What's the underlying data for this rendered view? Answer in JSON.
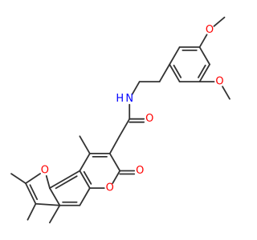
{
  "molecule": {
    "atoms": [
      {
        "id": "meo1_c",
        "label": ""
      },
      {
        "id": "meo1_o",
        "label": "O"
      },
      {
        "id": "ar1",
        "label": ""
      },
      {
        "id": "ar2",
        "label": ""
      },
      {
        "id": "ar3",
        "label": ""
      },
      {
        "id": "ar4",
        "label": ""
      },
      {
        "id": "ar5",
        "label": ""
      },
      {
        "id": "ar6",
        "label": ""
      },
      {
        "id": "meo2_o",
        "label": "O"
      },
      {
        "id": "meo2_c",
        "label": ""
      },
      {
        "id": "ch2a",
        "label": ""
      },
      {
        "id": "ch2b",
        "label": ""
      },
      {
        "id": "nh",
        "label": "N",
        "sub_label": "H"
      },
      {
        "id": "amide_c",
        "label": ""
      },
      {
        "id": "amide_o",
        "label": "O"
      },
      {
        "id": "ch2c",
        "label": ""
      },
      {
        "id": "c3",
        "label": ""
      },
      {
        "id": "c2",
        "label": ""
      },
      {
        "id": "lactone_o_exo",
        "label": "O"
      },
      {
        "id": "o1",
        "label": "O"
      },
      {
        "id": "c8a",
        "label": ""
      },
      {
        "id": "c5",
        "label": ""
      },
      {
        "id": "c5a",
        "label": ""
      },
      {
        "id": "c9a",
        "label": ""
      },
      {
        "id": "c9b",
        "label": ""
      },
      {
        "id": "c4a",
        "label": ""
      },
      {
        "id": "c4",
        "label": ""
      },
      {
        "id": "c4_me",
        "label": ""
      },
      {
        "id": "c5_me",
        "label": ""
      },
      {
        "id": "furan_c3",
        "label": ""
      },
      {
        "id": "furan_c3_me",
        "label": ""
      },
      {
        "id": "furan_c2",
        "label": ""
      },
      {
        "id": "furan_c2_me",
        "label": ""
      },
      {
        "id": "furan_o",
        "label": "O"
      }
    ],
    "bonds": [
      {
        "from": "meo1_c",
        "to": "meo1_o",
        "order": 1
      },
      {
        "from": "meo1_o",
        "to": "ar1",
        "order": 1
      },
      {
        "from": "ar1",
        "to": "ar2",
        "order": 2
      },
      {
        "from": "ar2",
        "to": "ar3",
        "order": 1
      },
      {
        "from": "ar3",
        "to": "ar4",
        "order": 2
      },
      {
        "from": "ar4",
        "to": "ar5",
        "order": 1
      },
      {
        "from": "ar5",
        "to": "ar6",
        "order": 2
      },
      {
        "from": "ar6",
        "to": "ar1",
        "order": 1
      },
      {
        "from": "ar5",
        "to": "meo2_o",
        "order": 1
      },
      {
        "from": "meo2_o",
        "to": "meo2_c",
        "order": 1
      },
      {
        "from": "ar3",
        "to": "ch2a",
        "order": 1
      },
      {
        "from": "ch2a",
        "to": "ch2b",
        "order": 1
      },
      {
        "from": "ch2b",
        "to": "nh",
        "order": 1
      },
      {
        "from": "nh",
        "to": "amide_c",
        "order": 1
      },
      {
        "from": "amide_c",
        "to": "amide_o",
        "order": 2
      },
      {
        "from": "amide_c",
        "to": "ch2c",
        "order": 1
      },
      {
        "from": "ch2c",
        "to": "c3",
        "order": 1
      },
      {
        "from": "c3",
        "to": "c2",
        "order": 1
      },
      {
        "from": "c2",
        "to": "lactone_o_exo",
        "order": 2
      },
      {
        "from": "c2",
        "to": "o1",
        "order": 1
      },
      {
        "from": "o1",
        "to": "c8a",
        "order": 1
      },
      {
        "from": "c8a",
        "to": "c9b",
        "order": 2
      },
      {
        "from": "c9b",
        "to": "c4",
        "order": 1
      },
      {
        "from": "c4",
        "to": "c3",
        "order": 2
      },
      {
        "from": "c4",
        "to": "c4_me",
        "order": 1
      },
      {
        "from": "c8a",
        "to": "c5",
        "order": 1
      },
      {
        "from": "c5",
        "to": "c5a",
        "order": 2
      },
      {
        "from": "c5a",
        "to": "c9a",
        "order": 1
      },
      {
        "from": "c9a",
        "to": "c9b",
        "order": 2
      },
      {
        "from": "c5a",
        "to": "furan_c3",
        "order": 1
      },
      {
        "from": "c5a",
        "to": "c5_me",
        "order": 1
      },
      {
        "from": "furan_c3",
        "to": "furan_c2",
        "order": 2
      },
      {
        "from": "furan_c3",
        "to": "furan_c3_me",
        "order": 1
      },
      {
        "from": "furan_c2",
        "to": "furan_c2_me",
        "order": 1
      },
      {
        "from": "furan_c2",
        "to": "furan_o",
        "order": 1
      },
      {
        "from": "furan_o",
        "to": "c9a",
        "order": 1
      }
    ]
  },
  "colors": {
    "bond": "#333333",
    "oxygen": "#ff0000",
    "nitrogen": "#0000ff",
    "background": "#ffffff"
  }
}
